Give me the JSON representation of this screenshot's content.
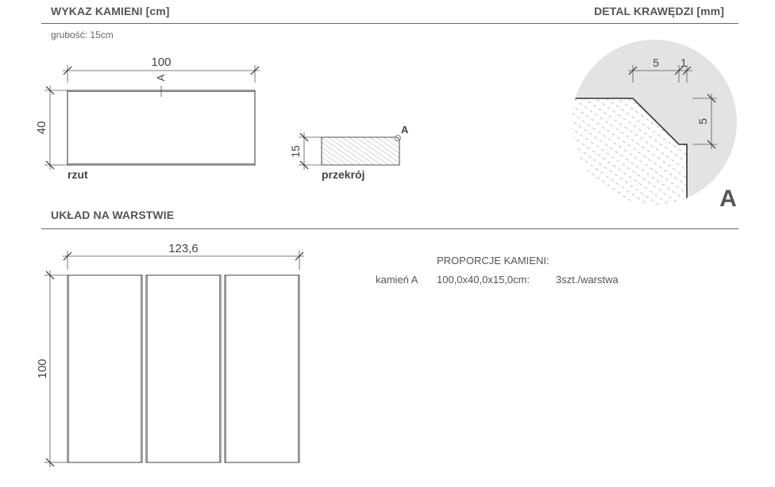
{
  "header": {
    "title_left": "WYKAZ KAMIENI [cm]",
    "title_right": "DETAL KRAWĘDZI [mm]",
    "thickness_note": "grubość: 15cm"
  },
  "plan": {
    "width_dim": "100",
    "height_dim": "40",
    "marker": "A",
    "label": "rzut"
  },
  "section": {
    "height_dim": "15",
    "marker": "A",
    "label": "przekrój"
  },
  "detail": {
    "dim_top_large": "5",
    "dim_top_small": "1",
    "dim_side": "5",
    "marker": "A"
  },
  "layer": {
    "title": "UKŁAD NA WARSTWIE",
    "width_dim": "123,6",
    "height_dim": "100"
  },
  "proportions": {
    "title": "PROPORCJE KAMIENI:",
    "rows": [
      {
        "name": "kamień A",
        "size": "100,0x40,0x15,0cm:",
        "count": "3szt./warstwa"
      }
    ]
  }
}
